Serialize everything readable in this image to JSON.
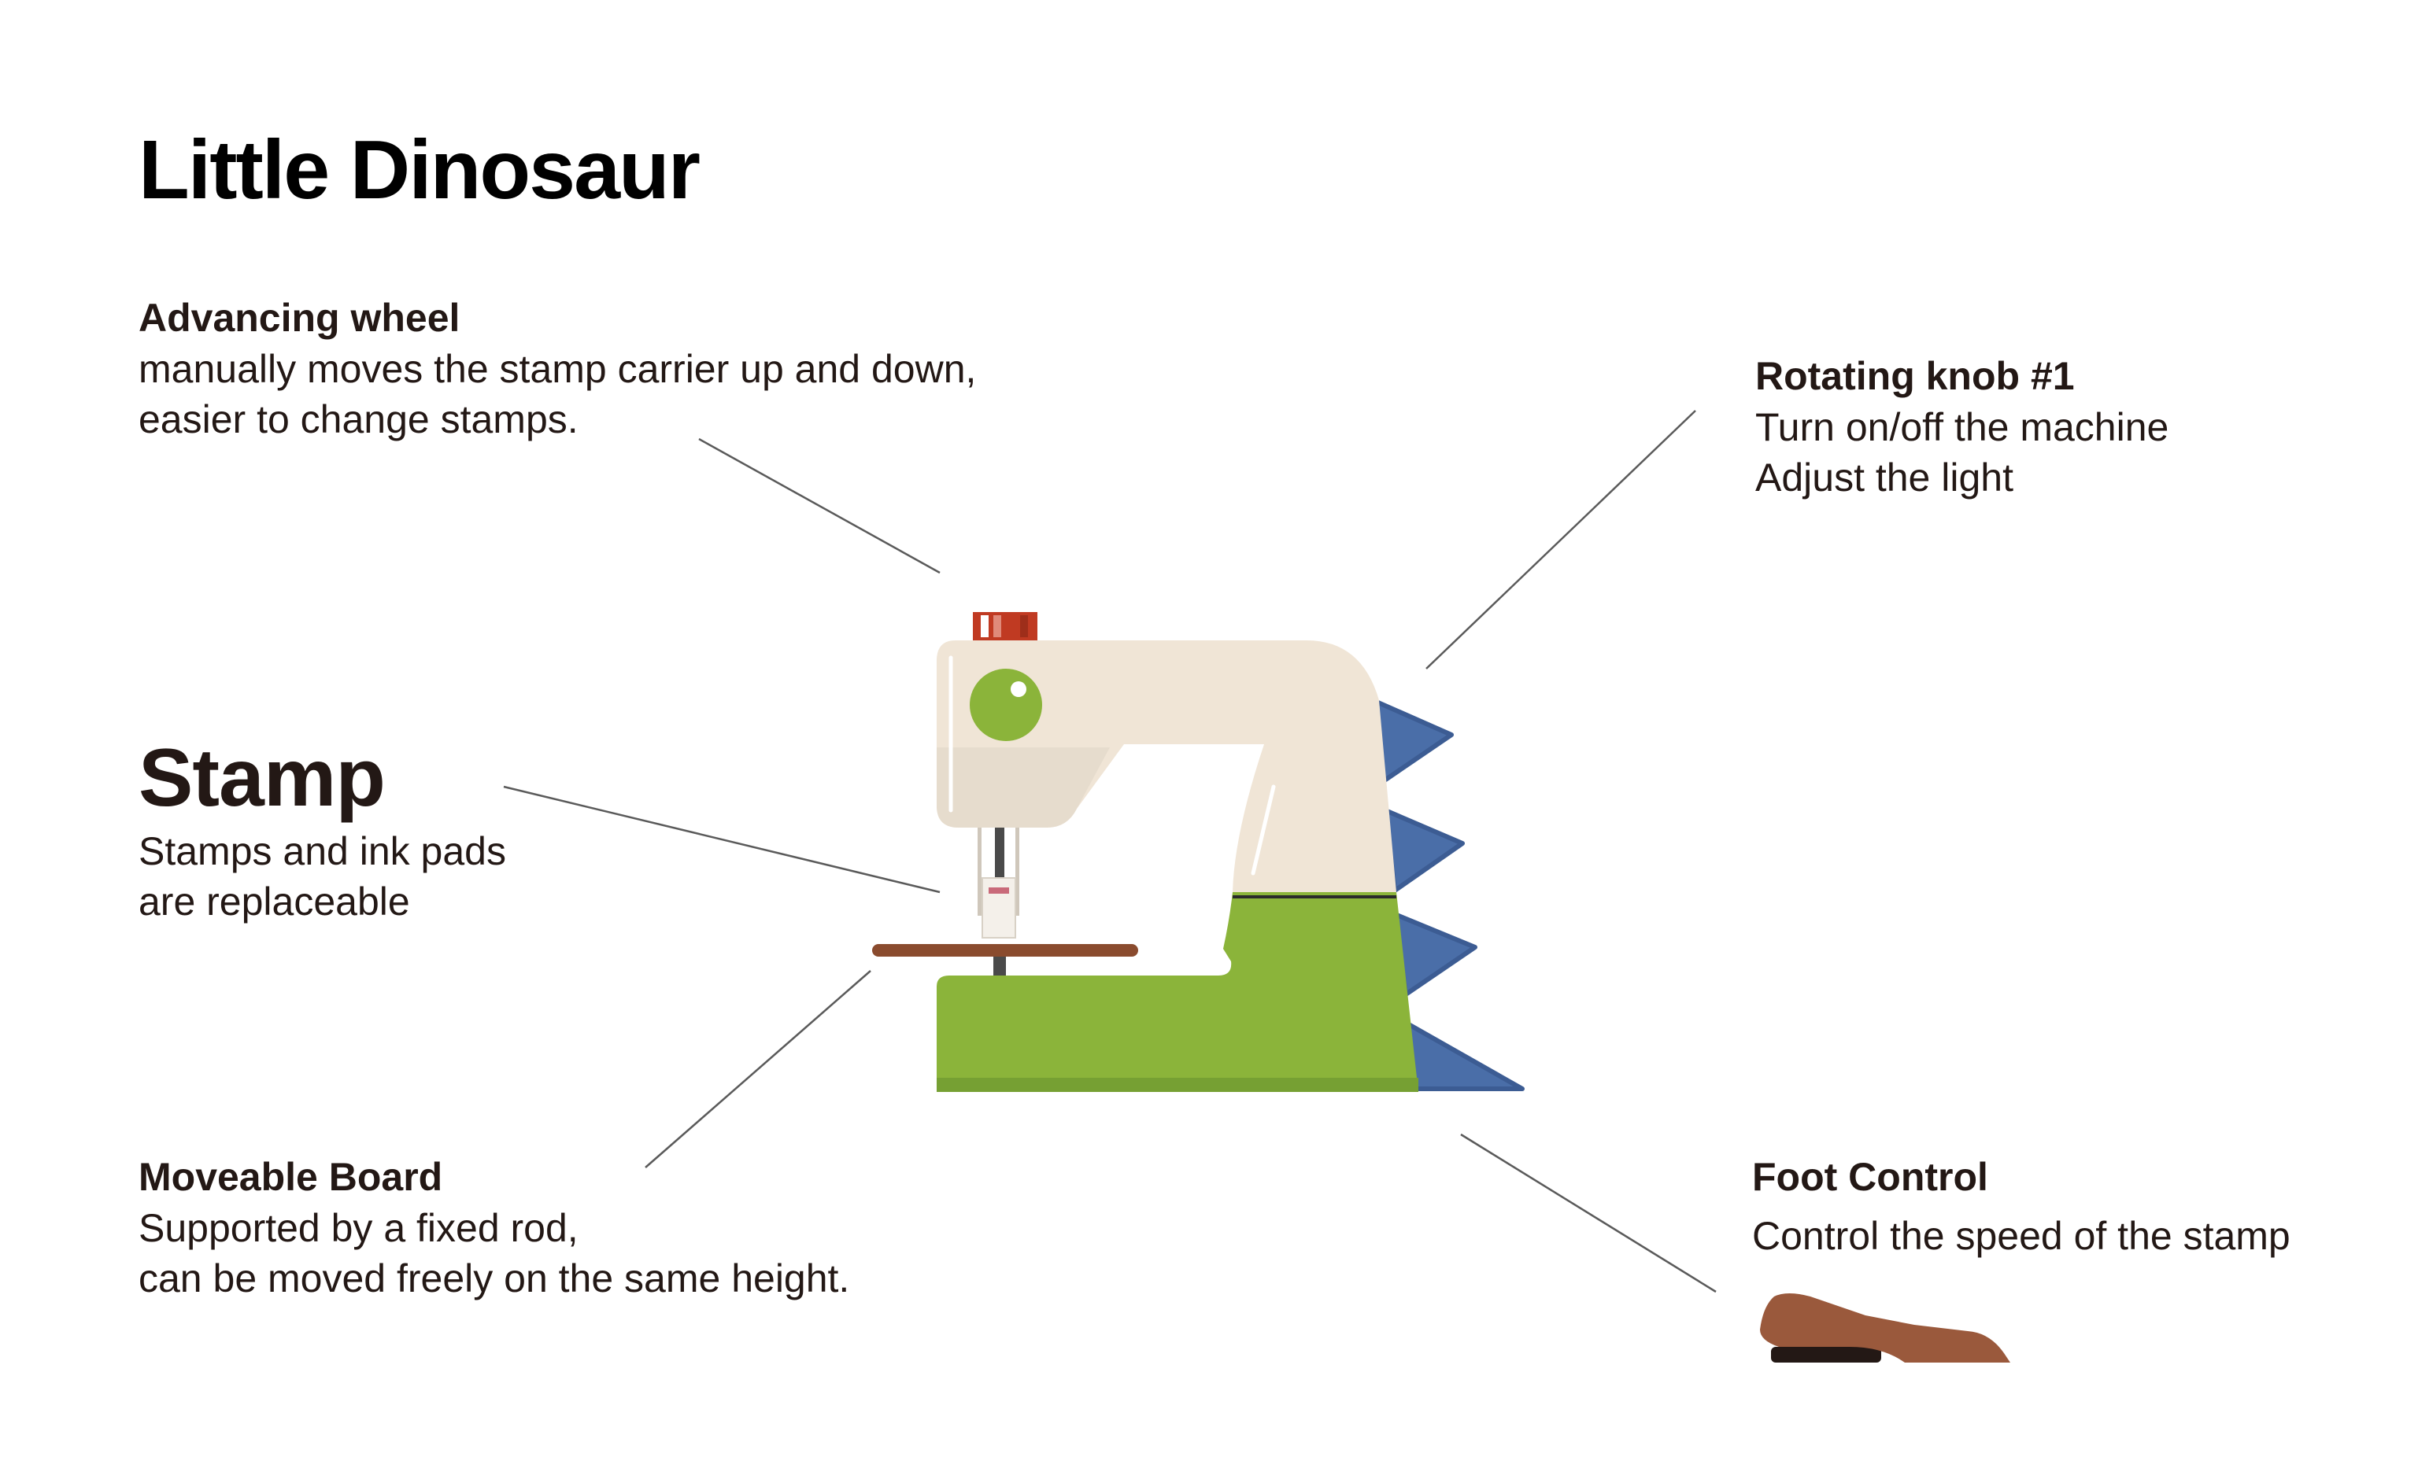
{
  "title": "Little Dinosaur",
  "callouts": {
    "advancing_wheel": {
      "heading": "Advancing wheel",
      "lines": [
        "manually moves the stamp carrier up and down,",
        "easier to change stamps."
      ]
    },
    "stamp": {
      "heading": "Stamp",
      "lines": [
        "Stamps and ink pads",
        "are replaceable"
      ]
    },
    "moveable_board": {
      "heading": "Moveable Board",
      "lines": [
        "Supported by a fixed rod,",
        "can be moved freely on the same height."
      ]
    },
    "rotating_knob": {
      "heading": "Rotating knob #1",
      "lines": [
        "Turn on/off the machine",
        "Adjust the light"
      ]
    },
    "foot_control": {
      "heading": "Foot Control",
      "lines": [
        "Control the speed of the stamp"
      ]
    }
  },
  "colors": {
    "machine_body": "#F0E5D6",
    "machine_body_shade": "#E6DCCD",
    "machine_base": "#8BB43A",
    "machine_base_dark": "#76A033",
    "spikes": "#4A6EA8",
    "spikes_dark": "#3C5C93",
    "knob": "#C03A22",
    "eye": "#8BB43A",
    "board": "#8A4B2E",
    "pedal": "#9A593C",
    "pedal_base": "#231815",
    "leader_lines": "#5A5A5A"
  }
}
